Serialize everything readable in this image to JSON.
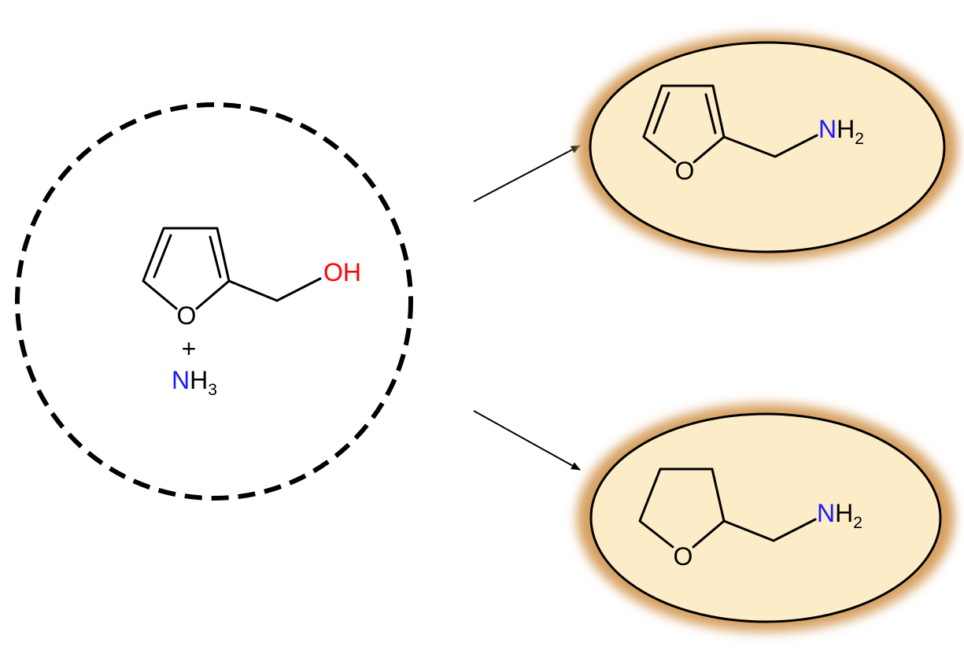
{
  "colors": {
    "background": "#ffffff",
    "bond": "#000000",
    "nitrogen": "#1a1aff",
    "oxygen_hydroxyl": "#ff0000",
    "ring_oxygen": "#000000",
    "product_fill": "#fdecc8",
    "product_halo": "#d6a060"
  },
  "reactants": {
    "alcohol": {
      "ring_oxygen": "O",
      "hydroxyl": "OH"
    },
    "plus": "+",
    "ammonia": {
      "element": "N",
      "hydrogen": "H",
      "subscript": "3"
    }
  },
  "products": [
    {
      "ring_oxygen": "O",
      "amine": {
        "element": "N",
        "hydrogen": "H",
        "subscript": "2"
      }
    },
    {
      "ring_oxygen": "O",
      "amine": {
        "element": "N",
        "hydrogen": "H",
        "subscript": "2"
      }
    }
  ]
}
